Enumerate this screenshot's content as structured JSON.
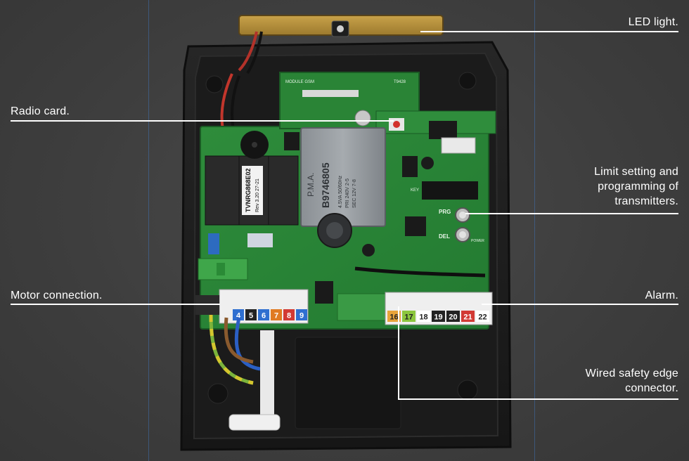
{
  "callouts": {
    "led_light": "LED light.",
    "radio_card": "Radio card.",
    "limit_setting": [
      "Limit setting and",
      "programming of",
      "transmitters."
    ],
    "motor_connection": "Motor connection.",
    "alarm": "Alarm.",
    "safety_edge": [
      "Wired safety edge",
      "connector."
    ]
  },
  "pcb": {
    "module_label": "MODULE GSM",
    "module_code": "T9428",
    "transformer_brand": "P.M.A.",
    "transformer_model": "B9746805",
    "transformer_specs": [
      "4.5VA 50/60Hz",
      "PRI 240V 2-5",
      "SEC 12V 7-8"
    ],
    "relay_sticker": [
      "TVNRG868E02",
      "Rev 3.20 27-21"
    ],
    "buttons": [
      "PRG",
      "DEL"
    ],
    "key_label": "KEY",
    "power_label": "POWER",
    "terminals_motor": [
      "4",
      "5",
      "6",
      "7",
      "8",
      "9"
    ],
    "terminals_accessory": [
      "16",
      "17",
      "18",
      "19",
      "20",
      "21",
      "22"
    ]
  },
  "colors": {
    "background": "#3e3e3e",
    "pcb": "#2f8a3a",
    "housing": "#1c1c1c",
    "callout": "#ffffff"
  }
}
